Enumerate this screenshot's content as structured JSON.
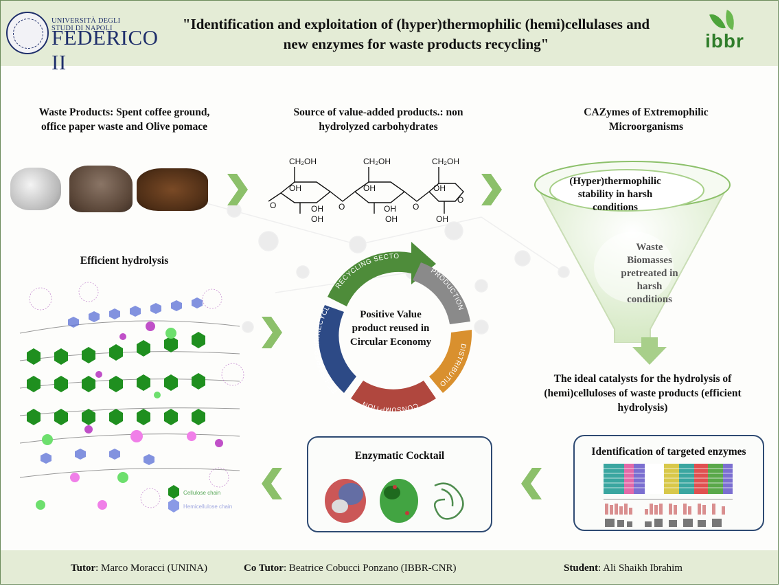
{
  "header": {
    "title_line1": "\"Identification and exploitation of (hyper)thermophilic (hemi)cellulases and",
    "title_line2": "new enzymes for waste products recycling\"",
    "uni_small": "UNIVERSITÀ DEGLI STUDI DI NAPOLI",
    "uni_big": "FEDERICO II",
    "right_logo": "ibbr"
  },
  "sections": {
    "waste_line1": "Waste Products: Spent coffee ground,",
    "waste_line2": "office paper waste and Olive pomace",
    "source_line1": "Source of value-added products.: non",
    "source_line2": "hydrolyzed carbohydrates",
    "cazymes_line1": "CAZymes of Extremophilic",
    "cazymes_line2": "Microorganisms",
    "efficient": "Efficient hydrolysis",
    "ideal_line1": "The ideal catalysts for the hydrolysis of",
    "ideal_line2": "(hemi)celluloses of waste products (efficient",
    "ideal_line3": "hydrolysis)",
    "identification": "Identification of targeted enzymes",
    "cocktail": "Enzymatic Cocktail"
  },
  "funnel": {
    "top_line1": "(Hyper)thermophilic",
    "top_line2": "stability in harsh",
    "top_line3": "conditions",
    "bottom_line1": "Waste",
    "bottom_line2": "Biomasses",
    "bottom_line3": "pretreated in",
    "bottom_line4": "harsh",
    "bottom_line5": "conditions"
  },
  "molecule": {
    "ch2oh": "CH₂OH",
    "oh": "OH",
    "o": "O"
  },
  "cycle": {
    "recycling": "RECYCLING SECTOR",
    "production": "PRODUCTION",
    "distribution": "DISTRIBUTION",
    "consumption": "CONSUMPTION",
    "reuse": "RE-USE/REPAIR/RECYCLE",
    "center_line1": "Positive Value",
    "center_line2": "product reused in",
    "center_line3": "Circular Economy"
  },
  "legend": {
    "cellulose": "Cellulose chain",
    "hemicellulose": "Hemicellulose chain"
  },
  "footer": {
    "tutor_label": "Tutor",
    "tutor_name": ": Marco Moracci (UNINA)",
    "cotutor_label": "Co Tutor",
    "cotutor_name": ": Beatrice  Cobucci Ponzano (IBBR-CNR)",
    "student_label": "Student",
    "student_name": ": Ali  Shaikh  Ibrahim"
  },
  "colors": {
    "header_bg": "#e4ecd6",
    "chevron": "#8cc06a",
    "recycling": "#4e8c3a",
    "production": "#8a8a8a",
    "distribution": "#d9902e",
    "consumption": "#b0473e",
    "reuse": "#2d4a86",
    "box_border": "#2e4a72"
  }
}
